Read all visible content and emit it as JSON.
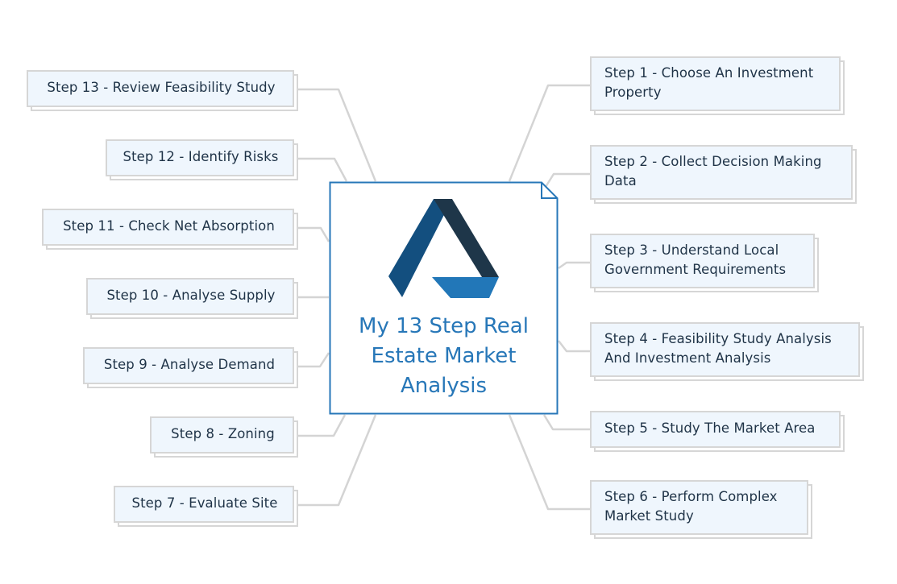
{
  "diagram": {
    "title": "My 13 Step Real Estate Market Analysis",
    "title_color": "#2777b8",
    "colors": {
      "node_fill": "#eff6fd",
      "node_border": "#d6d6d6",
      "connector": "#d4d4d4",
      "text": "#1f3347",
      "central_border": "#2777b8",
      "logo_left": "#134f7f",
      "logo_right": "#1e3649",
      "logo_bottom": "#2277b8"
    },
    "logo_icon": "triangle-a-logo-icon",
    "steps_right": [
      {
        "label": "Step 1 - Choose An Investment Property"
      },
      {
        "label": "Step 2 - Collect Decision Making Data"
      },
      {
        "label": "Step 3 - Understand Local Government Requirements"
      },
      {
        "label": "Step 4 - Feasibility Study Analysis And Investment Analysis"
      },
      {
        "label": "Step 5 - Study The Market Area"
      },
      {
        "label": "Step 6 - Perform Complex Market Study"
      }
    ],
    "steps_left": [
      {
        "label": "Step 7 - Evaluate Site"
      },
      {
        "label": "Step 8 - Zoning"
      },
      {
        "label": "Step 9 - Analyse Demand"
      },
      {
        "label": "Step 10 - Analyse Supply"
      },
      {
        "label": "Step 11 - Check Net Absorption"
      },
      {
        "label": "Step 12 - Identify Risks"
      },
      {
        "label": "Step 13 - Review Feasibility Study"
      }
    ]
  }
}
